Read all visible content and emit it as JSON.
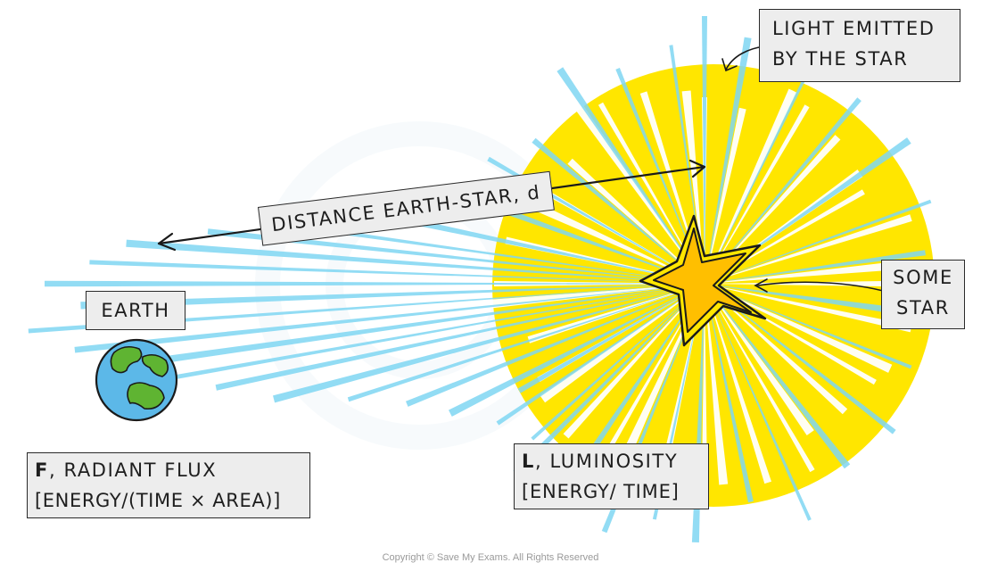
{
  "labels": {
    "light_emitted": {
      "line1": "LIGHT EMITTED",
      "line2": "BY THE STAR"
    },
    "distance": "DISTANCE EARTH-STAR, d",
    "earth": "EARTH",
    "some_star": {
      "line1": "SOME",
      "line2": "STAR"
    },
    "radiant_flux": {
      "symbol": "F",
      "line1_rest": ", RADIANT FLUX",
      "line2": "[ENERGY/(TIME × AREA)]"
    },
    "luminosity": {
      "symbol": "L",
      "line1_rest": ", LUMINOSITY",
      "line2": "[ENERGY/ TIME]"
    }
  },
  "copyright": "Copyright © Save My Exams. All Rights Reserved",
  "colors": {
    "glow": "#ffe600",
    "star_fill": "#ffbf00",
    "star_outline": "#1a1a1a",
    "ray": "#7fd6f2",
    "earth_ocean": "#5cb8e8",
    "earth_land": "#5fb432",
    "label_bg": "#ededed"
  }
}
